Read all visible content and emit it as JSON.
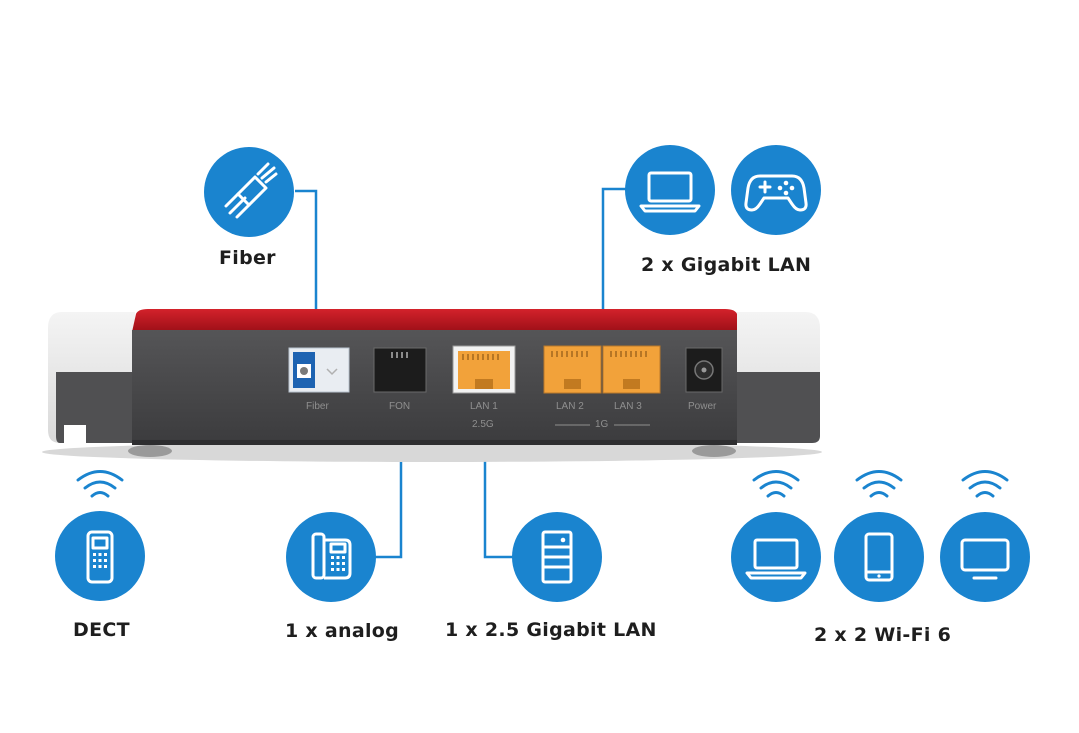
{
  "colors": {
    "accent_blue": "#1a84cf",
    "router_red": "#b5121b",
    "router_body": "#4a4a4c",
    "lan_port_orange": "#f2a23a"
  },
  "features": {
    "fiber": {
      "label": "Fiber",
      "icon": "fiber-cable-icon"
    },
    "gigabit_lan": {
      "label": "2 x Gigabit LAN",
      "icons": [
        "laptop-icon",
        "gamepad-icon"
      ]
    },
    "dect": {
      "label": "DECT",
      "icon": "cordless-phone-icon"
    },
    "analog": {
      "label": "1 x analog",
      "icon": "desk-phone-icon"
    },
    "lan_25": {
      "label": "1 x 2.5 Gigabit LAN",
      "icon": "server-icon"
    },
    "wifi": {
      "label": "2 x 2 Wi-Fi 6",
      "icons": [
        "laptop-icon",
        "smartphone-icon",
        "tv-icon"
      ]
    }
  },
  "router": {
    "ports": {
      "fiber": "Fiber",
      "fon": "FON",
      "lan1": "LAN 1",
      "lan1_speed": "2.5G",
      "lan2": "LAN 2",
      "lan3": "LAN 3",
      "lan_group": "1G",
      "power": "Power"
    }
  }
}
